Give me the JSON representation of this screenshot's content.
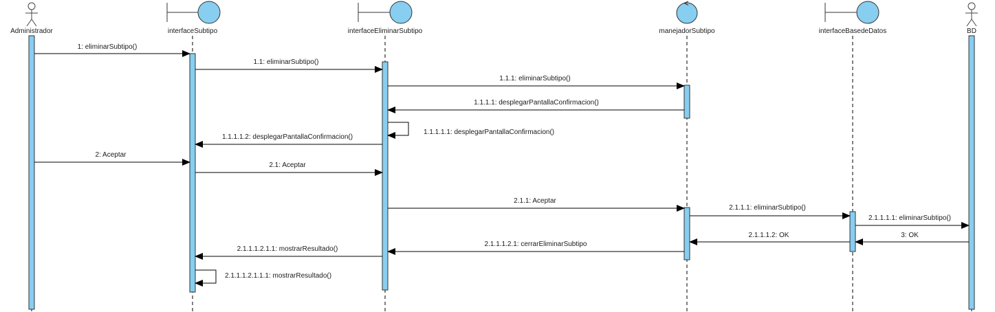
{
  "colors": {
    "fill": "#87cef0",
    "stroke": "#333333",
    "line": "#000000",
    "background": "#ffffff"
  },
  "participants": {
    "admin": {
      "label": "Administrador",
      "icon": "actor-icon"
    },
    "ifSubtipo": {
      "label": "interfaceSubtipo",
      "icon": "boundary-icon"
    },
    "ifEliminar": {
      "label": "interfaceEliminarSubtipo",
      "icon": "boundary-icon"
    },
    "manejador": {
      "label": "manejadorSubtipo",
      "icon": "control-icon"
    },
    "ifBase": {
      "label": "interfaceBasedeDatos",
      "icon": "boundary-icon"
    },
    "bd": {
      "label": "BD",
      "icon": "actor-icon"
    }
  },
  "messages": [
    {
      "id": "m1",
      "from": "admin",
      "to": "ifSubtipo",
      "label": "1: eliminarSubtipo()"
    },
    {
      "id": "m2",
      "from": "ifSubtipo",
      "to": "ifEliminar",
      "label": "1.1: eliminarSubtipo()"
    },
    {
      "id": "m3",
      "from": "ifEliminar",
      "to": "manejador",
      "label": "1.1.1: eliminarSubtipo()"
    },
    {
      "id": "m4",
      "from": "manejador",
      "to": "ifEliminar",
      "label": "1.1.1.1: desplegarPantallaConfirmacion()"
    },
    {
      "id": "m5",
      "from": "ifEliminar",
      "to": "ifEliminar",
      "label": "1.1.1.1.1: desplegarPantallaConfirmacion()"
    },
    {
      "id": "m6",
      "from": "ifEliminar",
      "to": "ifSubtipo",
      "label": "1.1.1.1.2: desplegarPantallaConfirmacion()"
    },
    {
      "id": "m7",
      "from": "admin",
      "to": "ifSubtipo",
      "label": "2: Aceptar"
    },
    {
      "id": "m8",
      "from": "ifSubtipo",
      "to": "ifEliminar",
      "label": "2.1: Aceptar"
    },
    {
      "id": "m9",
      "from": "ifEliminar",
      "to": "manejador",
      "label": "2.1.1: Aceptar"
    },
    {
      "id": "m10",
      "from": "manejador",
      "to": "ifBase",
      "label": "2.1.1.1: eliminarSubtipo()"
    },
    {
      "id": "m11",
      "from": "ifBase",
      "to": "bd",
      "label": "2.1.1.1.1: eliminarSubtipo()"
    },
    {
      "id": "m12",
      "from": "bd",
      "to": "ifBase",
      "label": "3: OK"
    },
    {
      "id": "m13",
      "from": "ifBase",
      "to": "manejador",
      "label": "2.1.1.1.2: OK"
    },
    {
      "id": "m14",
      "from": "manejador",
      "to": "ifEliminar",
      "label": "2.1.1.1.2.1: cerrarEliminarSubtipo"
    },
    {
      "id": "m15",
      "from": "ifEliminar",
      "to": "ifSubtipo",
      "label": "2.1.1.1.2.1.1: mostrarResultado()"
    },
    {
      "id": "m16",
      "from": "ifSubtipo",
      "to": "ifSubtipo",
      "label": "2.1.1.1.2.1.1.1: mostrarResultado()"
    }
  ]
}
